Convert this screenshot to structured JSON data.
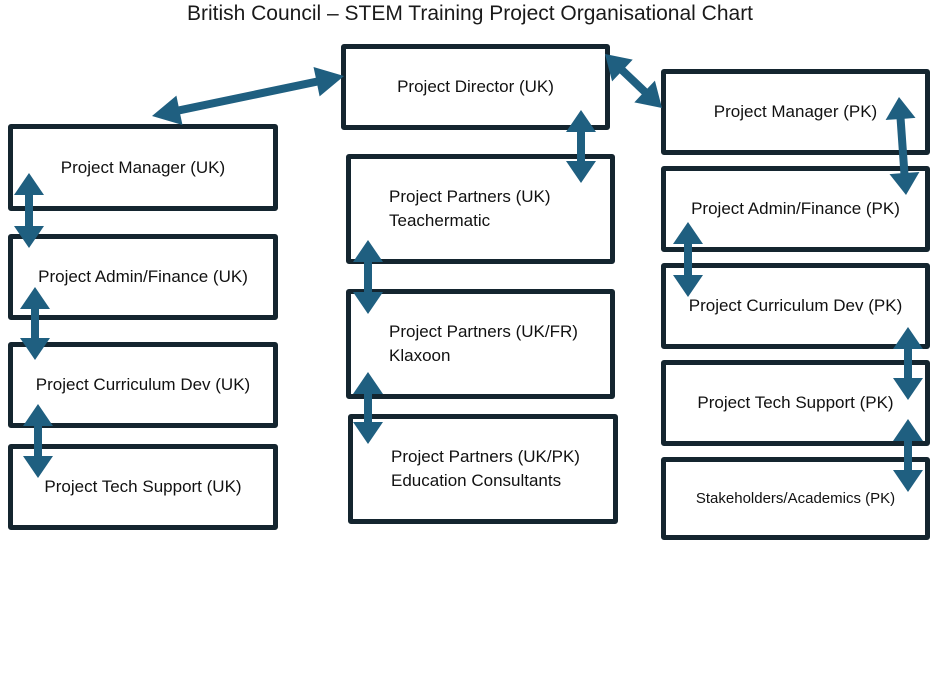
{
  "title": "British Council – STEM Training Project Organisational Chart",
  "colors": {
    "arrow": "#1f5f80",
    "border": "#14252f"
  },
  "boxes": {
    "director": {
      "line1": "Project Director (UK)"
    },
    "uk": [
      {
        "line1": "Project Manager (UK)"
      },
      {
        "line1": "Project Admin/Finance (UK)"
      },
      {
        "line1": "Project Curriculum Dev (UK)"
      },
      {
        "line1": "Project Tech Support (UK)"
      }
    ],
    "partners": [
      {
        "line1": "Project Partners (UK)",
        "line2": "Teachermatic"
      },
      {
        "line1": "Project Partners (UK/FR)",
        "line2": "Klaxoon"
      },
      {
        "line1": "Project Partners (UK/PK)",
        "line2": "Education Consultants"
      }
    ],
    "pk": [
      {
        "line1": "Project Manager (PK)"
      },
      {
        "line1": "Project Admin/Finance (PK)"
      },
      {
        "line1": "Project Curriculum Dev (PK)"
      },
      {
        "line1": "Project Tech Support (PK)"
      },
      {
        "line1": "Stakeholders/Academics (PK)"
      }
    ]
  }
}
